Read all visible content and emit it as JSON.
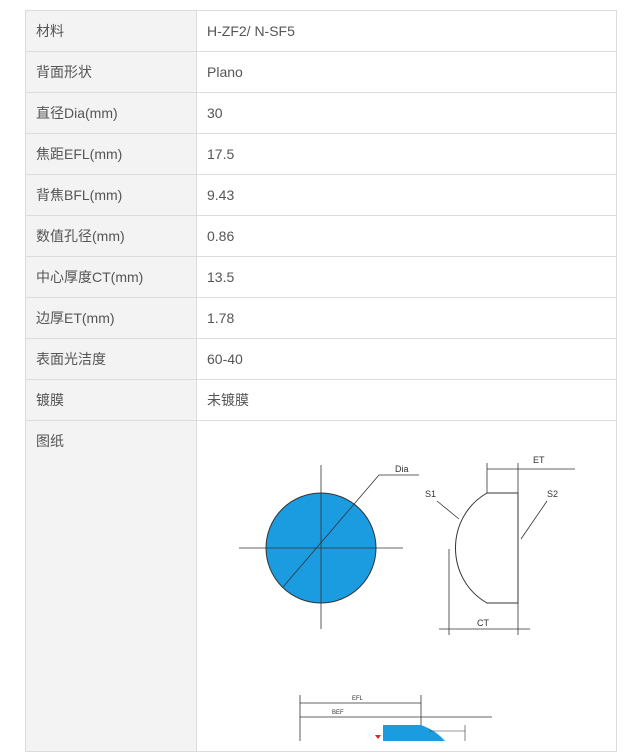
{
  "specs": [
    {
      "label": "材料",
      "value": "H-ZF2/ N-SF5"
    },
    {
      "label": "背面形状",
      "value": "Plano"
    },
    {
      "label": "直径Dia(mm)",
      "value": "30"
    },
    {
      "label": "焦距EFL(mm)",
      "value": "17.5"
    },
    {
      "label": "背焦BFL(mm)",
      "value": "9.43"
    },
    {
      "label": "数值孔径(mm)",
      "value": "0.86"
    },
    {
      "label": "中心厚度CT(mm)",
      "value": "13.5"
    },
    {
      "label": "边厚ET(mm)",
      "value": "1.78"
    },
    {
      "label": "表面光洁度",
      "value": "60-40"
    },
    {
      "label": "镀膜",
      "value": "未镀膜"
    }
  ],
  "drawing": {
    "label": "图纸",
    "callouts": {
      "dia": "Dia",
      "et": "ET",
      "s1": "S1",
      "s2": "S2",
      "ct": "CT",
      "efl": "EFL",
      "bef": "BEF"
    },
    "colors": {
      "lens_fill": "#1b9be0",
      "line": "#333333",
      "accent": "#e0202a"
    }
  }
}
